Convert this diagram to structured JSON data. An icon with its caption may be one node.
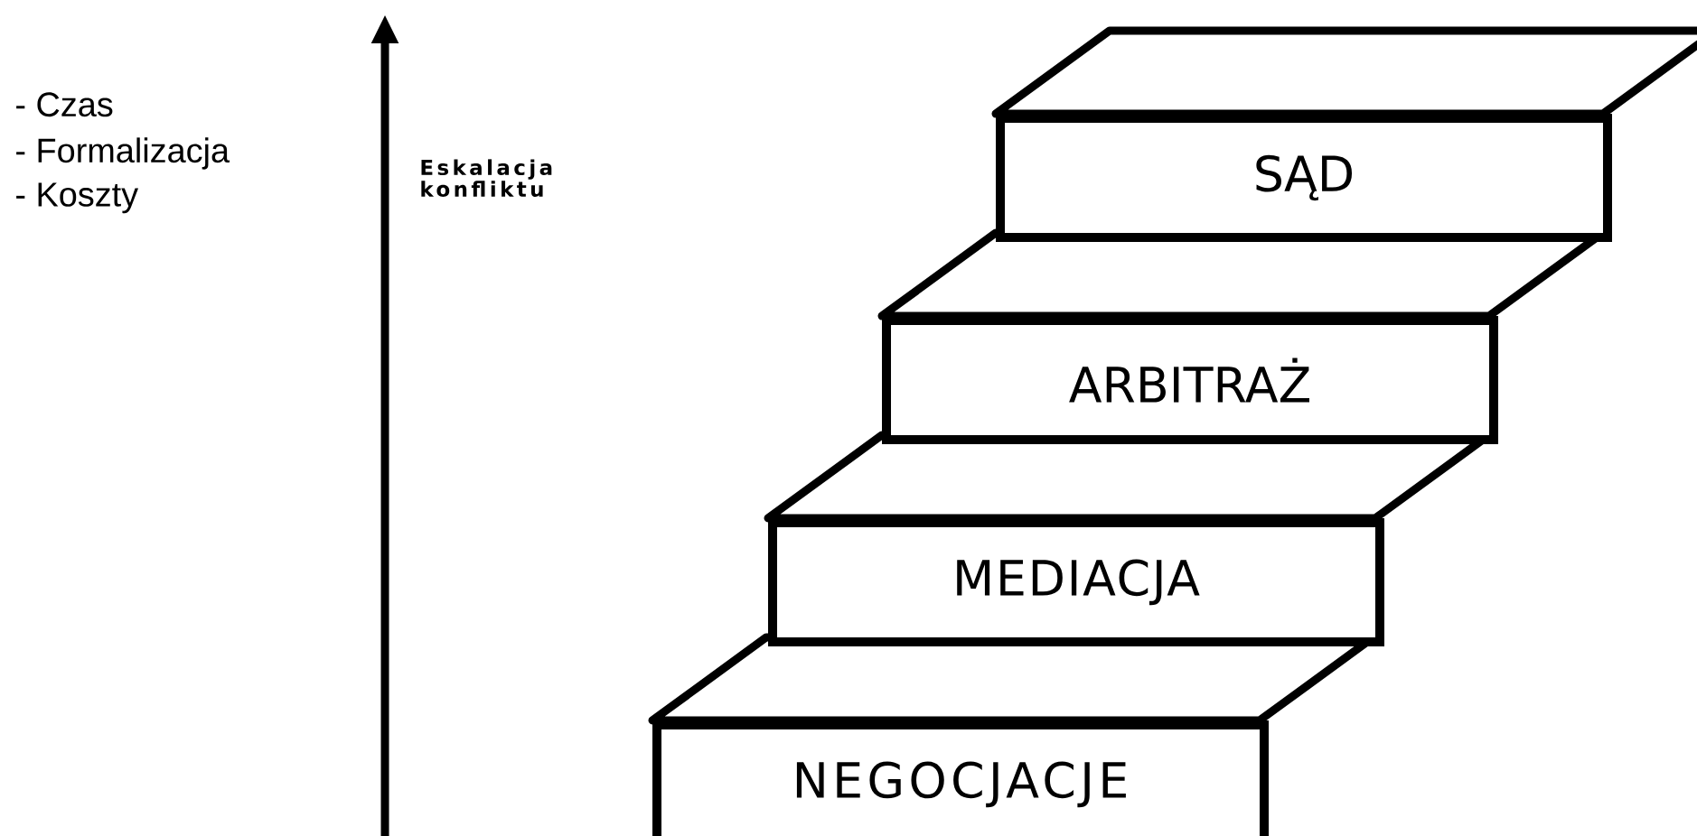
{
  "diagram": {
    "nodes": [
      {
        "text": [
          "SĄD"
        ]
      },
      {
        "text": [
          "ARBITRAŻ"
        ]
      },
      {
        "text": [
          "MEDIACJA"
        ]
      },
      {
        "text": [
          "NEGOCJACJE"
        ]
      }
    ],
    "labels": [
      "- Czas",
      "- Formalizacja",
      "- Koszty",
      "Eskalacja konfliktu"
    ]
  }
}
